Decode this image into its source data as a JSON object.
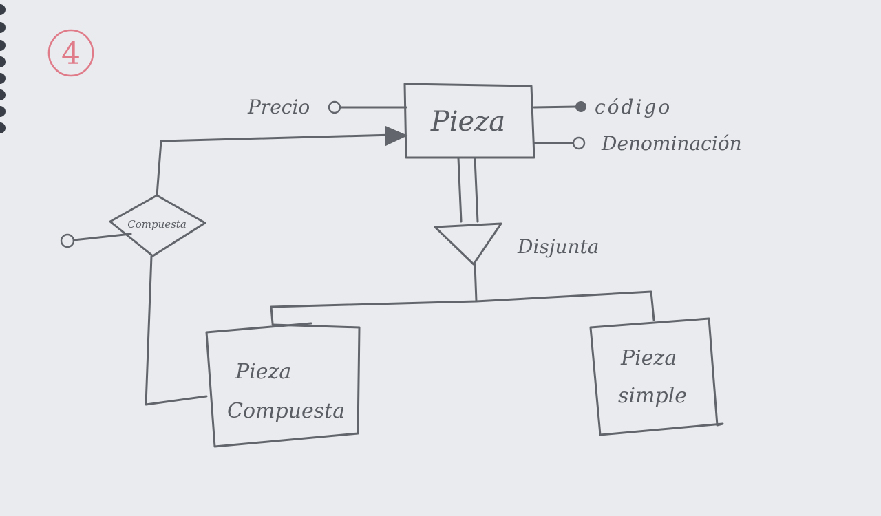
{
  "page_number": "4",
  "colors": {
    "paper": "#e9ebee",
    "ink": "#62656b",
    "red_ink": "#e07c8a"
  },
  "entities": {
    "pieza": "Pieza",
    "pieza_compuesta": [
      "Pieza",
      "Compuesta"
    ],
    "pieza_simple": [
      "Pieza",
      "simple"
    ]
  },
  "attributes": {
    "precio": "Precio",
    "codigo": "código",
    "denominacion": "Denominación"
  },
  "relationship": {
    "name": "Compuesta"
  },
  "specialization": {
    "label": "Disjunta"
  }
}
